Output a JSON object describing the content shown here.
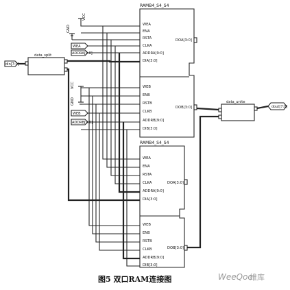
{
  "ram_top": {
    "title": "RAMB4_S4_S4",
    "pins_a": [
      "WEA",
      "ENA",
      "RSTA",
      "CLKA",
      "ADDRA[9:0]",
      "DIA[3:0]"
    ],
    "pins_b": [
      "WEB",
      "ENB",
      "RSTB",
      "CLKB",
      "ADDRB[9:0]",
      "DIB[3:0]"
    ],
    "out_a": "DOA[3:0]",
    "out_b": "DOB[3:0]"
  },
  "ram_bottom": {
    "title": "RAMB4_S4_S4",
    "pins_a": [
      "WEA",
      "ENA",
      "RSTA",
      "CLKA",
      "ADDRA[9:0]",
      "DIA[3:0]"
    ],
    "pins_b": [
      "WEB",
      "ENB",
      "RSTB",
      "CLKB",
      "ADDRB[9:0]",
      "DIB[3:0]"
    ],
    "out_a": "DOA[3:0]",
    "out_b": "DOB[3:0]"
  },
  "split": {
    "title": "data_split"
  },
  "unite": {
    "title": "data_unite"
  },
  "supply": {
    "vcc": "VCC",
    "gnd": "GND"
  },
  "ports": {
    "data_in": "din[7:0]",
    "data_out": "dout[7:0]",
    "wea": "WEA",
    "addra": "ADDRA[9:0]",
    "web": "WEB",
    "addrb": "ADDRB[9:0]"
  },
  "caption": "图5 双口RAM连接图",
  "watermark": {
    "brand": "WeeQoo",
    "suffix": "维库"
  }
}
